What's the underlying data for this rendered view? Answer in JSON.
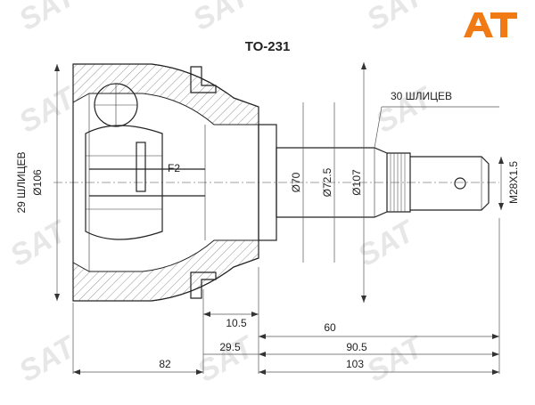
{
  "part_number": "TO-231",
  "brand_logo": "AT",
  "watermark": "SAT",
  "spline_outer": "30 ШЛИЦЕВ",
  "spline_inner": "29 ШЛИЦЕВ",
  "dia_106": "Ø106",
  "dia_70": "Ø70",
  "dia_72_5": "Ø72.5",
  "dia_107": "Ø107",
  "thread": "M28X1.5",
  "label_f2": "F2",
  "dims": {
    "d10_5": "10.5",
    "d60": "60",
    "d29_5": "29.5",
    "d90_5": "90.5",
    "d82": "82",
    "d103": "103"
  },
  "colors": {
    "logo_orange": "#f07a14",
    "drawing": "#222222"
  }
}
